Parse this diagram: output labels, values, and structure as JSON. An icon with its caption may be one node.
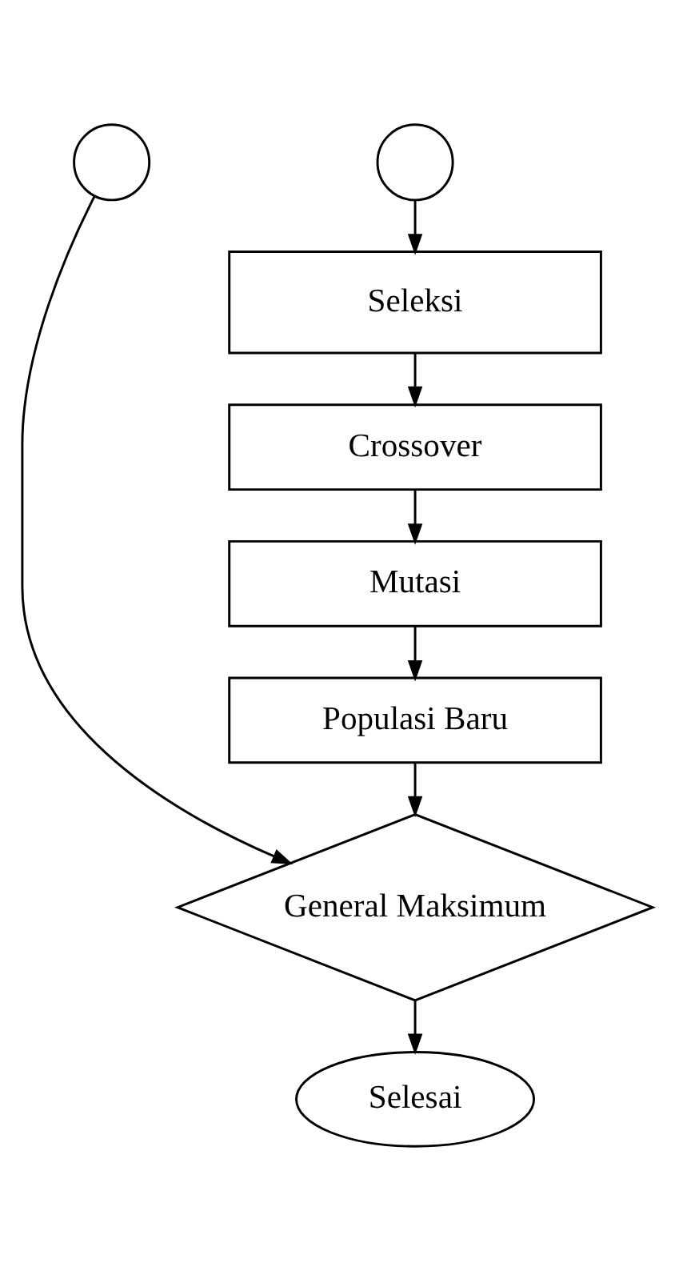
{
  "diagram": {
    "nodes": [
      {
        "text": [],
        "shape": "circle"
      },
      {
        "text": [],
        "shape": "circle"
      },
      {
        "text": [
          "Seleksi"
        ]
      },
      {
        "text": [
          "Crossover"
        ]
      },
      {
        "text": [
          "Mutasi"
        ]
      },
      {
        "text": [
          "Populasi Baru"
        ]
      },
      {
        "text": [
          "General Maksimum"
        ]
      },
      {
        "text": [
          "Selesai"
        ]
      }
    ],
    "edges": [
      {
        "from": 1,
        "to": 2,
        "arrow": "to"
      },
      {
        "from": 2,
        "to": 3,
        "arrow": "to"
      },
      {
        "from": 3,
        "to": 4,
        "arrow": "to"
      },
      {
        "from": 4,
        "to": 5,
        "arrow": "to"
      },
      {
        "from": 5,
        "to": 6,
        "arrow": "to"
      },
      {
        "from": 0,
        "to": 6,
        "arrow": "to"
      },
      {
        "from": 6,
        "to": 7,
        "arrow": "to"
      }
    ]
  }
}
